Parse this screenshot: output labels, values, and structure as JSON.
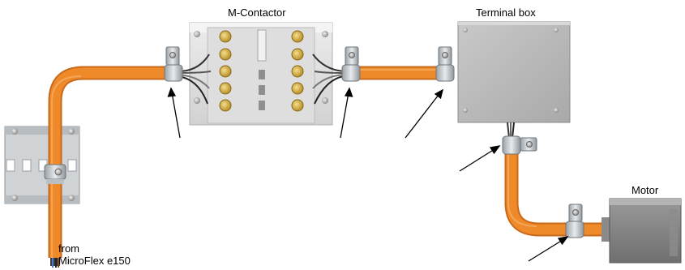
{
  "labels": {
    "contactor": "M-Contactor",
    "terminal_box": "Terminal box",
    "motor": "Motor",
    "source_line1": "from",
    "source_line2": "MicroFlex e150"
  },
  "colors": {
    "cable": "#ef8a2a",
    "cable_shadow": "#c9691a",
    "box_grey": "#b8b8b8",
    "clamp_metal": "#cfd3d6",
    "arrow": "#000000"
  },
  "icons": {
    "terminal_screw": "brass-screw-icon",
    "mounting_screw": "phillips-screw-icon",
    "clamp": "shield-clamp-icon"
  }
}
